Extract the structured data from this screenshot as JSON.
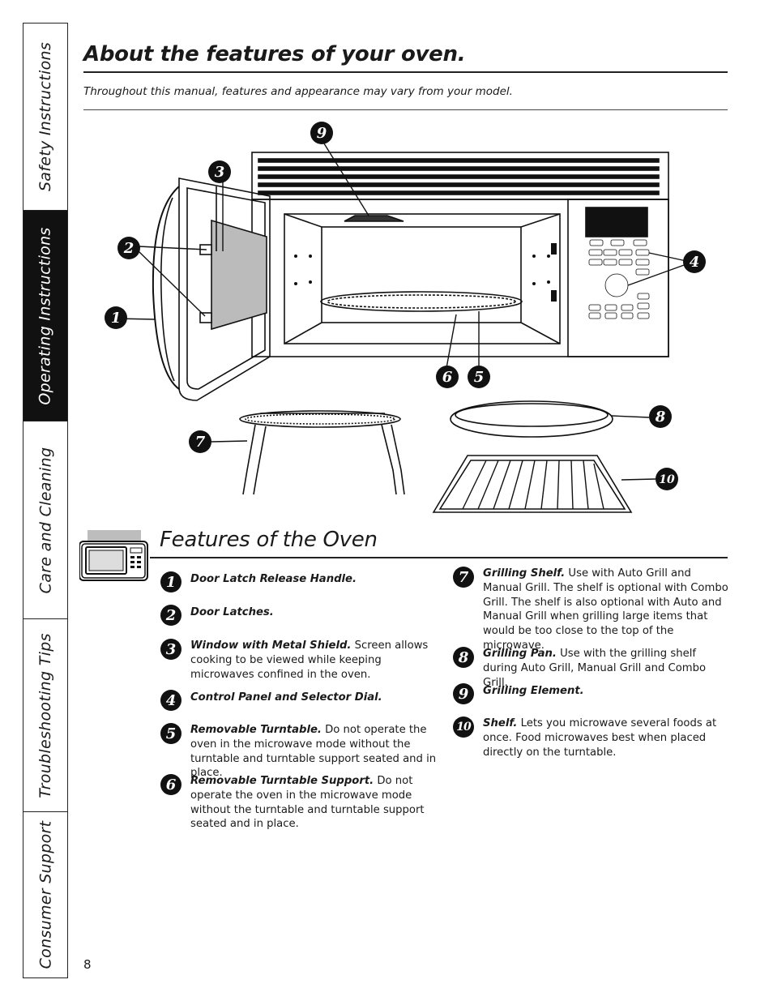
{
  "side_tabs": [
    {
      "label": "Safety Instructions",
      "active": false
    },
    {
      "label": "Operating Instructions",
      "active": true
    },
    {
      "label": "Care and Cleaning",
      "active": false
    },
    {
      "label": "Troubleshooting Tips",
      "active": false
    },
    {
      "label": "Consumer Support",
      "active": false
    }
  ],
  "page_title": "About the features of your oven.",
  "subtitle": "Throughout this manual, features and appearance may vary from your model.",
  "callouts": [
    "1",
    "2",
    "3",
    "4",
    "5",
    "6",
    "7",
    "8",
    "9",
    "10"
  ],
  "features_heading": "Features of the Oven",
  "features_left": [
    {
      "num": "1",
      "title": "Door Latch Release Handle.",
      "text": ""
    },
    {
      "num": "2",
      "title": "Door Latches.",
      "text": ""
    },
    {
      "num": "3",
      "title": "Window with Metal Shield.",
      "text": "Screen allows cooking to be viewed while keeping microwaves confined in the oven."
    },
    {
      "num": "4",
      "title": "Control Panel and Selector Dial.",
      "text": ""
    },
    {
      "num": "5",
      "title": "Removable Turntable.",
      "text": "Do not operate the oven in the microwave mode without the turntable and turntable support seated and in place."
    },
    {
      "num": "6",
      "title": "Removable Turntable Support.",
      "text": "Do not operate the oven in the microwave mode without the turntable and turntable support seated and in place."
    }
  ],
  "features_right": [
    {
      "num": "7",
      "title": "Grilling Shelf.",
      "text": "Use with Auto Grill and Manual Grill. The shelf is optional with Combo Grill. The shelf is also optional with Auto and Manual Grill when grilling large items that would be too close to the top of the microwave."
    },
    {
      "num": "8",
      "title": "Grilling Pan.",
      "text": "Use with the grilling shelf during Auto Grill, Manual Grill and Combo Grill."
    },
    {
      "num": "9",
      "title": "Grilling Element.",
      "text": ""
    },
    {
      "num": "10",
      "title": "Shelf.",
      "text": "Lets you microwave several foods at once. Food microwaves best when placed directly on the turntable."
    }
  ],
  "page_number": "8"
}
